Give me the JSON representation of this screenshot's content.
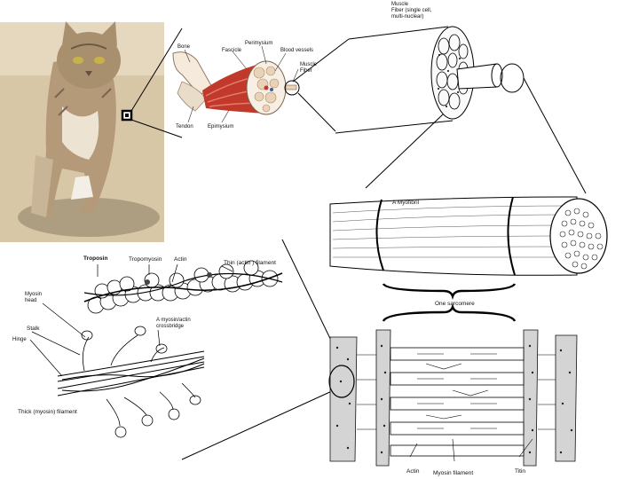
{
  "panels": {
    "muscle_cross_section": {
      "labels": {
        "bone": "Bone",
        "perimysium": "Perimysium",
        "fascicle": "Fascicle",
        "blood_vessels": "Blood vessels",
        "muscle_fiber": "Muscle\nFiber",
        "tendon": "Tendon",
        "epimysium": "Epimysium"
      }
    },
    "muscle_fiber": {
      "labels": {
        "title": "Muscle\nFiber (single cell,\nmulti-nuclear)"
      }
    },
    "myofibril": {
      "labels": {
        "myofibril": "A Myofibril",
        "sarcomere": "One sarcomere"
      }
    },
    "sarcomere": {
      "labels": {
        "actin": "Actin",
        "myosin_filament": "Myosin filament",
        "titin": "Titin"
      }
    },
    "filaments": {
      "labels": {
        "troponin": "Troposin",
        "tropomyosin": "Tropomyosin",
        "actin": "Actin",
        "thin_filament": "Thin (actin ) filament",
        "myosin_head": "Myosin\nhead",
        "stalk": "Stalk",
        "hinge": "Hinge",
        "crossbridge": "A myosin/actin\ncrossbridge",
        "thick_filament": "Thick (myosin) filament"
      }
    }
  },
  "colors": {
    "muscle_red": "#c0392b",
    "tendon": "#e9dcc8",
    "cat_fur": "#b49a78",
    "ground": "#d8c7a6"
  }
}
